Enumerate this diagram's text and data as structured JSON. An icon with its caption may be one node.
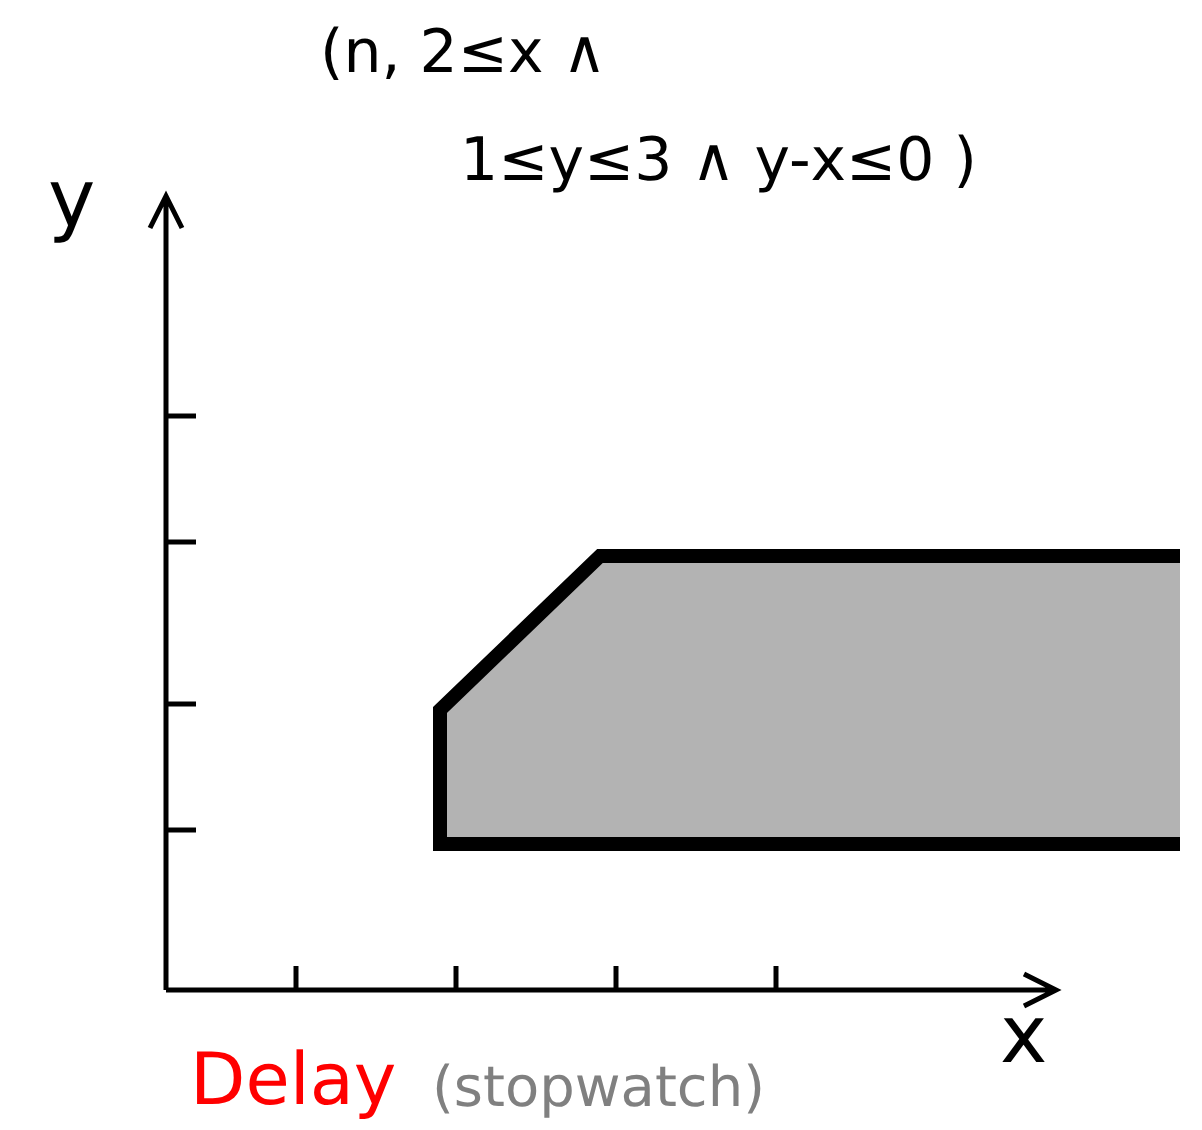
{
  "diagram": {
    "labels": [
      "(n, 2≤x ∧",
      "1≤y≤3 ∧ y-x≤0 )",
      "y",
      "x",
      "Delay",
      "(stopwatch)"
    ]
  }
}
